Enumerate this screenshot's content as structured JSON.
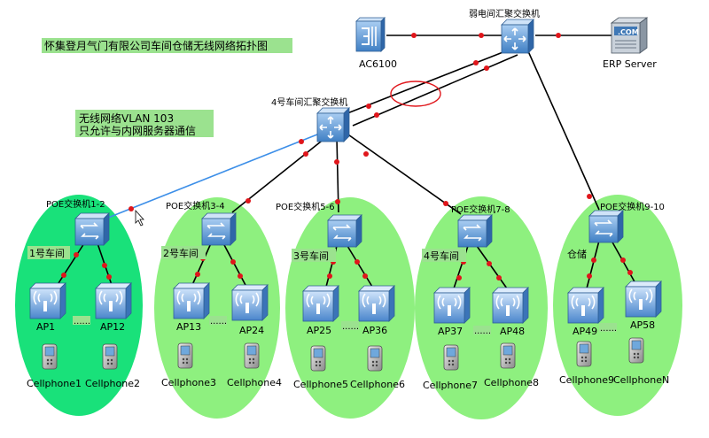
{
  "title": "怀集登月气门有限公司车间仓储无线网络拓扑图",
  "note": {
    "line1": "无线网络VLAN 103",
    "line2": "只允许与内网服务器通信"
  },
  "core": {
    "label": "弱电间汇聚交换机",
    "controller_label": "AC6100",
    "server_label": "ERP Server",
    "server_badge": ".COM"
  },
  "aggregation": {
    "label": "4号车间汇聚交换机"
  },
  "groups": [
    {
      "switch": "POE交换机1-2",
      "area": "1号车间",
      "ap_left": "AP1",
      "ap_right": "AP12",
      "phone_left": "Cellphone1",
      "phone_right": "Cellphone2",
      "dots": "......"
    },
    {
      "switch": "POE交换机3-4",
      "area": "2号车间",
      "ap_left": "AP13",
      "ap_right": "AP24",
      "phone_left": "Cellphone3",
      "phone_right": "Cellphone4",
      "dots": "......"
    },
    {
      "switch": "POE交换机5-6",
      "area": "3号车间",
      "ap_left": "AP25",
      "ap_right": "AP36",
      "phone_left": "Cellphone5",
      "phone_right": "Cellphone6",
      "dots": "......"
    },
    {
      "switch": "POE交换机7-8",
      "area": "4号车间",
      "ap_left": "AP37",
      "ap_right": "AP48",
      "phone_left": "Cellphone7",
      "phone_right": "Cellphone8",
      "dots": "......"
    },
    {
      "switch": "POE交换机9-10",
      "area": "仓储",
      "ap_left": "AP49",
      "ap_right": "AP58",
      "phone_left": "Cellphone9",
      "phone_right": "CellphoneN",
      "dots": "......"
    }
  ],
  "colors": {
    "group_fill_first": "#19e17a",
    "group_fill": "#8ef07f",
    "label_bg": "#9be28f",
    "device_blue": "#4f8fd4",
    "dot_red": "#e0161b",
    "vlan_link": "#3d8fe8",
    "highlight_ring": "#e0161b"
  }
}
